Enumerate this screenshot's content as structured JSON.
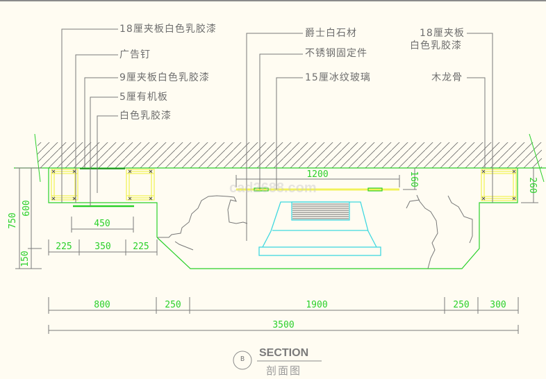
{
  "drawing": {
    "callouts_left": [
      {
        "label": "18厘夹板白色乳胶漆"
      },
      {
        "label": "广告钉"
      },
      {
        "label": "9厘夹板白色乳胶漆"
      },
      {
        "label": "5厘有机板"
      },
      {
        "label": "白色乳胶漆"
      }
    ],
    "callouts_center": [
      {
        "label": "爵士白石材"
      },
      {
        "label": "不锈钢固定件"
      },
      {
        "label": "15厘冰纹玻璃"
      }
    ],
    "callouts_right": [
      {
        "label_line1": "18厘夹板",
        "label_line2": "白色乳胶漆"
      },
      {
        "label": "木龙骨"
      }
    ],
    "dimensions": {
      "vertical_left": {
        "total": "750",
        "upper": "600",
        "lower": "150"
      },
      "horizontal_left_recess": {
        "overall": "450",
        "parts": [
          "225",
          "350",
          "225"
        ]
      },
      "glass_width": "1200",
      "glass_drop": "160",
      "right_box_height": "260",
      "bottom_chain": [
        "800",
        "250",
        "1900",
        "250",
        "300"
      ],
      "bottom_total": "3500"
    },
    "watermark": "cad2688.com"
  },
  "title_block": {
    "marker": "B",
    "title": "SECTION",
    "subtitle": "剖面图"
  },
  "colors": {
    "background": "#fffcf2",
    "outline_green": "#2ad02a",
    "timber_yellow": "#f2f25a",
    "fixture_cyan": "#3fd8e0",
    "leader_gray": "#7a7a7a"
  }
}
